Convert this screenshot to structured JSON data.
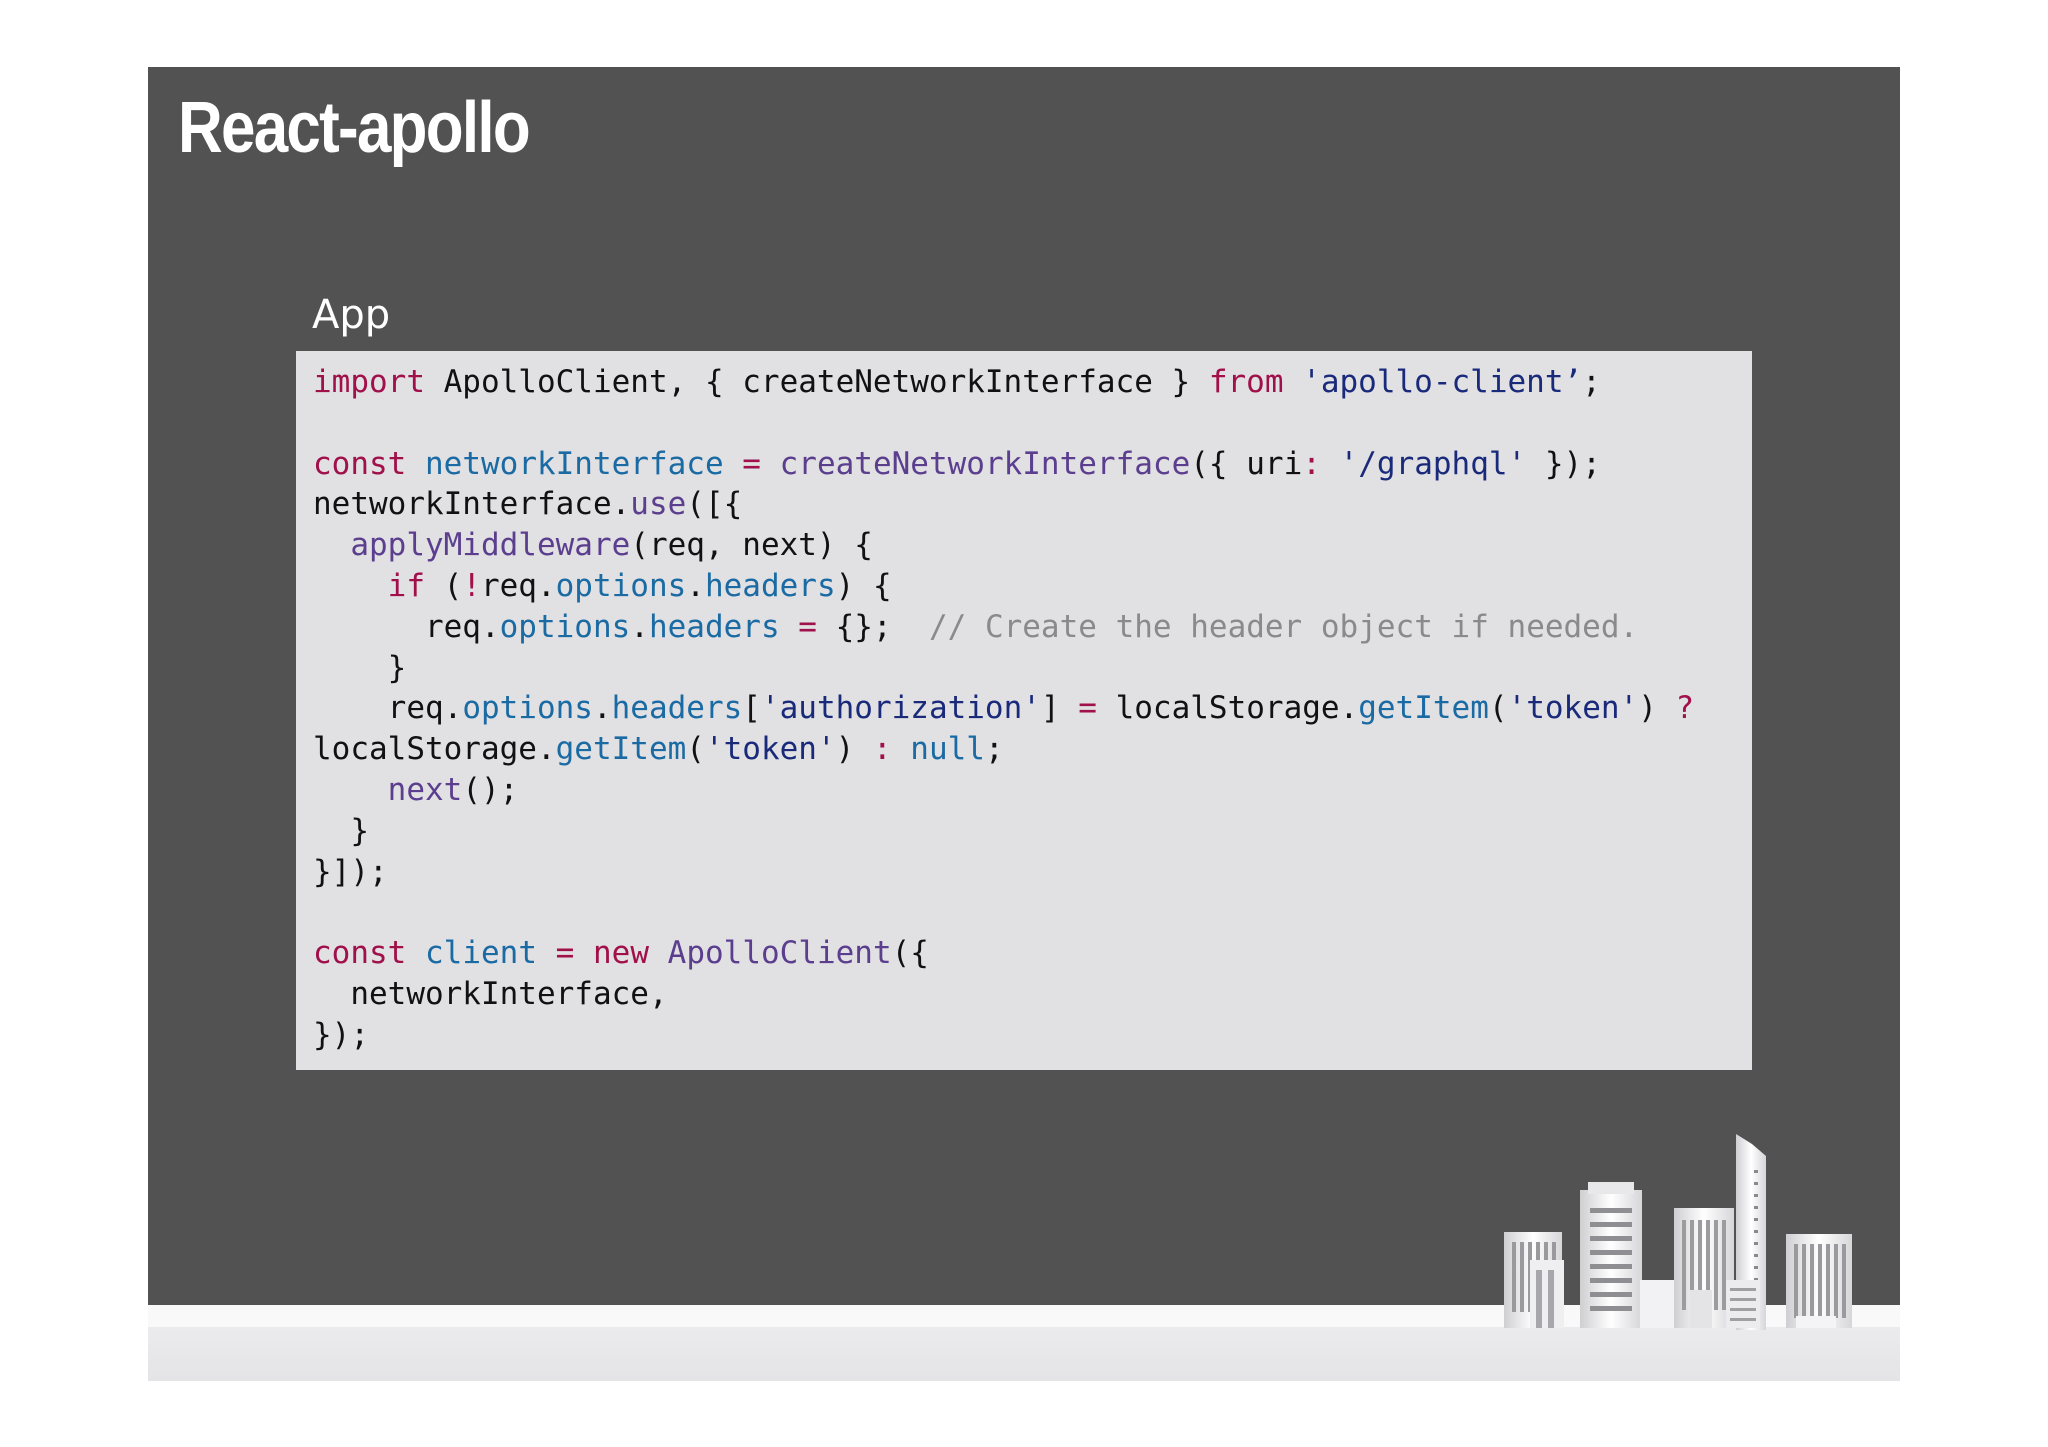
{
  "slide": {
    "title": "React-apollo",
    "section_label": "App"
  },
  "code": {
    "lines": [
      [
        [
          "kw",
          "import"
        ],
        [
          "p",
          " ApolloClient, { createNetworkInterface } "
        ],
        [
          "kw",
          "from"
        ],
        [
          "p",
          " "
        ],
        [
          "str",
          "'apollo-client’"
        ],
        [
          "p",
          ";"
        ]
      ],
      [],
      [
        [
          "kw",
          "const"
        ],
        [
          "p",
          " "
        ],
        [
          "var",
          "networkInterface"
        ],
        [
          "p",
          " "
        ],
        [
          "kw",
          "="
        ],
        [
          "p",
          " "
        ],
        [
          "fn",
          "createNetworkInterface"
        ],
        [
          "p",
          "({ uri"
        ],
        [
          "kw",
          ":"
        ],
        [
          "p",
          " "
        ],
        [
          "str",
          "'/graphql'"
        ],
        [
          "p",
          " });"
        ]
      ],
      [
        [
          "p",
          "networkInterface."
        ],
        [
          "fn",
          "use"
        ],
        [
          "p",
          "([{"
        ]
      ],
      [
        [
          "p",
          "  "
        ],
        [
          "fn",
          "applyMiddleware"
        ],
        [
          "p",
          "(req, next) {"
        ]
      ],
      [
        [
          "p",
          "    "
        ],
        [
          "kw",
          "if"
        ],
        [
          "p",
          " ("
        ],
        [
          "kw",
          "!"
        ],
        [
          "p",
          "req."
        ],
        [
          "var",
          "options"
        ],
        [
          "p",
          "."
        ],
        [
          "var",
          "headers"
        ],
        [
          "p",
          ") {"
        ]
      ],
      [
        [
          "p",
          "      req."
        ],
        [
          "var",
          "options"
        ],
        [
          "p",
          "."
        ],
        [
          "var",
          "headers"
        ],
        [
          "p",
          " "
        ],
        [
          "kw",
          "="
        ],
        [
          "p",
          " {};  "
        ],
        [
          "cm",
          "// Create the header object if needed."
        ]
      ],
      [
        [
          "p",
          "    }"
        ]
      ],
      [
        [
          "p",
          "    req."
        ],
        [
          "var",
          "options"
        ],
        [
          "p",
          "."
        ],
        [
          "var",
          "headers"
        ],
        [
          "p",
          "["
        ],
        [
          "str",
          "'authorization'"
        ],
        [
          "p",
          "] "
        ],
        [
          "kw",
          "="
        ],
        [
          "p",
          " localStorage."
        ],
        [
          "var",
          "getItem"
        ],
        [
          "p",
          "("
        ],
        [
          "str",
          "'token'"
        ],
        [
          "p",
          ") "
        ],
        [
          "kw",
          "?"
        ]
      ],
      [
        [
          "p",
          "localStorage."
        ],
        [
          "var",
          "getItem"
        ],
        [
          "p",
          "("
        ],
        [
          "str",
          "'token'"
        ],
        [
          "p",
          ") "
        ],
        [
          "kw",
          ":"
        ],
        [
          "p",
          " "
        ],
        [
          "var",
          "null"
        ],
        [
          "p",
          ";"
        ]
      ],
      [
        [
          "p",
          "    "
        ],
        [
          "fn",
          "next"
        ],
        [
          "p",
          "();"
        ]
      ],
      [
        [
          "p",
          "  }"
        ]
      ],
      [
        [
          "p",
          "}]);"
        ]
      ],
      [],
      [
        [
          "kw",
          "const"
        ],
        [
          "p",
          " "
        ],
        [
          "var",
          "client"
        ],
        [
          "p",
          " "
        ],
        [
          "kw",
          "="
        ],
        [
          "p",
          " "
        ],
        [
          "kw",
          "new"
        ],
        [
          "p",
          " "
        ],
        [
          "fn",
          "ApolloClient"
        ],
        [
          "p",
          "({"
        ]
      ],
      [
        [
          "p",
          "  networkInterface,"
        ]
      ],
      [
        [
          "p",
          "});"
        ]
      ]
    ]
  },
  "decoration": {
    "skyline_icon": "city-skyline-icon"
  },
  "colors": {
    "slide_background": "#535253",
    "code_background": "#e1e0e3",
    "keyword": "#a0104a",
    "string": "#1a2a7a",
    "variable": "#1a6aa3",
    "function": "#5b3f8e",
    "comment": "#8a8a8e"
  }
}
